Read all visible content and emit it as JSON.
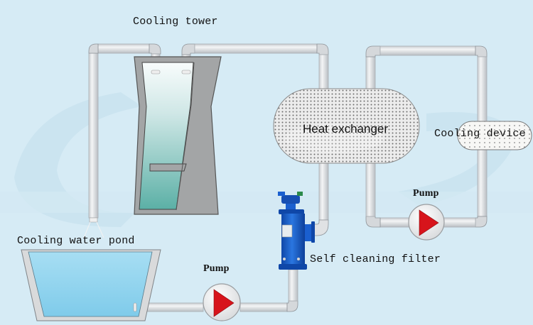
{
  "diagram": {
    "title": "Cooling water circulation system with self cleaning filter",
    "background_color": "#d6ebf5",
    "watermark_text": "CDS",
    "components": {
      "cooling_tower": {
        "label": "Cooling tower"
      },
      "heat_exchanger": {
        "label": "Heat exchanger"
      },
      "cooling_device": {
        "label": "Cooling device"
      },
      "cooling_water_pond": {
        "label": "Cooling water pond"
      },
      "self_cleaning_filter": {
        "label": "Self cleaning filter"
      },
      "pump_main": {
        "label": "Pump"
      },
      "pump_secondary": {
        "label": "Pump"
      }
    },
    "colors": {
      "pipe": "#e4e6e8",
      "pipe_edge": "#9ea3a8",
      "tower_wall": "#a3a5a6",
      "tower_water_top": "#f5fbfc",
      "tower_water_bottom": "#5fb3a9",
      "pond_water": "#8fd2ee",
      "pond_wall": "#d8d9da",
      "pump_arrow": "#d7141b",
      "filter_body": "#1a5fcf",
      "exchanger_fill": "#eeeeee"
    },
    "connections": [
      {
        "from": "Cooling water pond",
        "to": "Pump"
      },
      {
        "from": "Pump",
        "to": "Self cleaning filter"
      },
      {
        "from": "Self cleaning filter",
        "to": "Heat exchanger"
      },
      {
        "from": "Heat exchanger",
        "to": "Cooling tower"
      },
      {
        "from": "Cooling tower",
        "to": "Cooling water pond"
      },
      {
        "from": "Heat exchanger",
        "to": "Cooling device"
      },
      {
        "from": "Cooling device",
        "to": "Pump"
      },
      {
        "from": "Pump",
        "to": "Heat exchanger"
      }
    ]
  }
}
